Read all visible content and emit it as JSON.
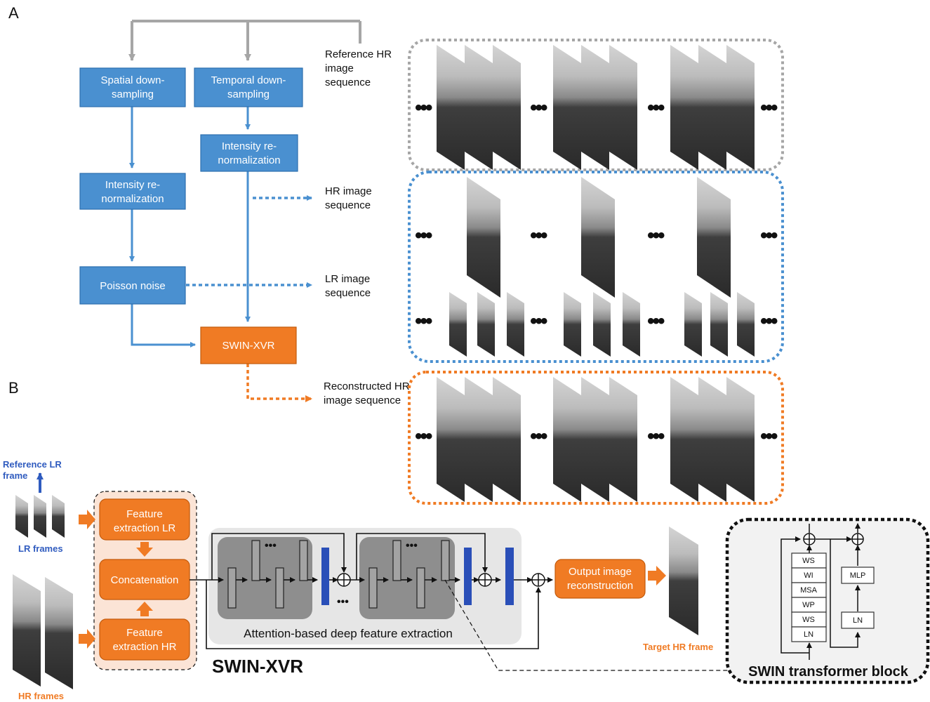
{
  "panel_a": {
    "letter": "A",
    "spatial_downsampling": [
      "Spatial down-",
      "sampling"
    ],
    "temporal_downsampling": [
      "Temporal down-",
      "sampling"
    ],
    "intensity_left": [
      "Intensity re-",
      "normalization"
    ],
    "intensity_right": [
      "Intensity re-",
      "normalization"
    ],
    "poisson_noise": "Poisson noise",
    "swin_xvr": "SWIN-XVR",
    "reference_label": [
      "Reference HR",
      "image",
      "sequence"
    ],
    "hr_label": [
      "HR image",
      "sequence"
    ],
    "lr_label": [
      "LR image",
      "sequence"
    ],
    "reconstructed_label": [
      "Reconstructed HR",
      "image sequence"
    ],
    "ellipsis": "•••"
  },
  "panel_b": {
    "letter": "B",
    "reference_lr_frame": [
      "Reference LR",
      "frame"
    ],
    "lr_frames": "LR frames",
    "hr_frames": "HR frames",
    "feature_extraction_lr": [
      "Feature",
      "extraction LR"
    ],
    "concatenation": "Concatenation",
    "feature_extraction_hr": [
      "Feature",
      "extraction HR"
    ],
    "deep_feature_label": "Attention-based deep feature extraction",
    "swin_xvr_title": "SWIN-XVR",
    "output_reconstruction": [
      "Output image",
      "reconstruction"
    ],
    "target_hr_frame": "Target HR frame",
    "transformer_title": "SWIN transformer block",
    "transformer_stack": [
      "WS",
      "WI",
      "MSA",
      "WP",
      "WS",
      "LN"
    ],
    "mlp": "MLP",
    "ln": "LN",
    "ellipsis": "•••"
  },
  "colors": {
    "blue": "#4a90d0",
    "orange": "#f07b24",
    "gray": "#a6a6a6",
    "dark_blue": "#2f5bbf",
    "module_blue": "#2a4fb8"
  }
}
